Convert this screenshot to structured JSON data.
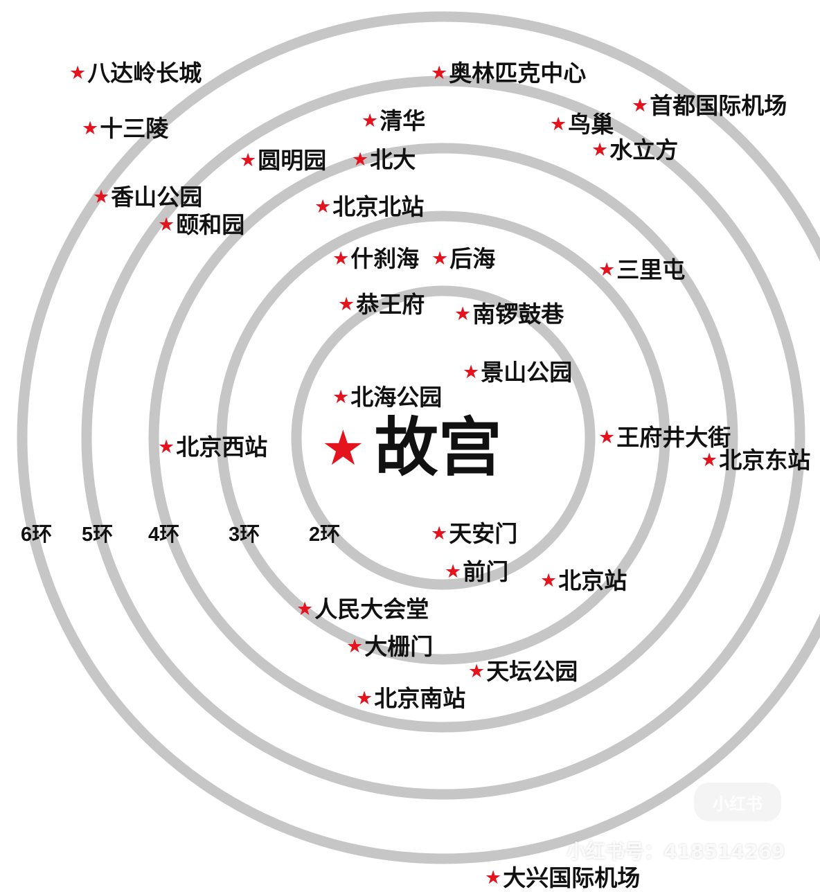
{
  "center": {
    "label": "故宫"
  },
  "ring_labels": [
    "6环",
    "5环",
    "4环",
    "3环",
    "2环"
  ],
  "places": [
    {
      "id": "badaling",
      "label": "八达岭长城"
    },
    {
      "id": "olympic-center",
      "label": "奥林匹克中心"
    },
    {
      "id": "capital-airport",
      "label": "首都国际机场"
    },
    {
      "id": "ming-tombs",
      "label": "十三陵"
    },
    {
      "id": "tsinghua",
      "label": "清华"
    },
    {
      "id": "birds-nest",
      "label": "鸟巢"
    },
    {
      "id": "water-cube",
      "label": "水立方"
    },
    {
      "id": "yuanmingyuan",
      "label": "圆明园"
    },
    {
      "id": "peking-univ",
      "label": "北大"
    },
    {
      "id": "fragrant-hills",
      "label": "香山公园"
    },
    {
      "id": "beijing-north-station",
      "label": "北京北站"
    },
    {
      "id": "summer-palace",
      "label": "颐和园"
    },
    {
      "id": "shichahai",
      "label": "什刹海"
    },
    {
      "id": "houhai",
      "label": "后海"
    },
    {
      "id": "sanlitun",
      "label": "三里屯"
    },
    {
      "id": "prince-gong-mansion",
      "label": "恭王府"
    },
    {
      "id": "nanluoguxiang",
      "label": "南锣鼓巷"
    },
    {
      "id": "jingshan-park",
      "label": "景山公园"
    },
    {
      "id": "beihai-park",
      "label": "北海公园"
    },
    {
      "id": "beijing-west-station",
      "label": "北京西站"
    },
    {
      "id": "wangfujing",
      "label": "王府井大街"
    },
    {
      "id": "beijing-east-station",
      "label": "北京东站"
    },
    {
      "id": "tiananmen",
      "label": "天安门"
    },
    {
      "id": "qianmen",
      "label": "前门"
    },
    {
      "id": "beijing-station",
      "label": "北京站"
    },
    {
      "id": "great-hall",
      "label": "人民大会堂"
    },
    {
      "id": "dashilan",
      "label": "大栅门"
    },
    {
      "id": "temple-of-heaven",
      "label": "天坛公园"
    },
    {
      "id": "beijing-south-station",
      "label": "北京南站"
    },
    {
      "id": "daxing-airport",
      "label": "大兴国际机场"
    }
  ],
  "watermark": {
    "badge": "小红书",
    "account": "小红书号：418514269"
  },
  "colors": {
    "star": "#e3141d",
    "ring": "#c8c8c8",
    "text": "#111111"
  },
  "icons": {
    "place_marker": "red-star-icon"
  }
}
